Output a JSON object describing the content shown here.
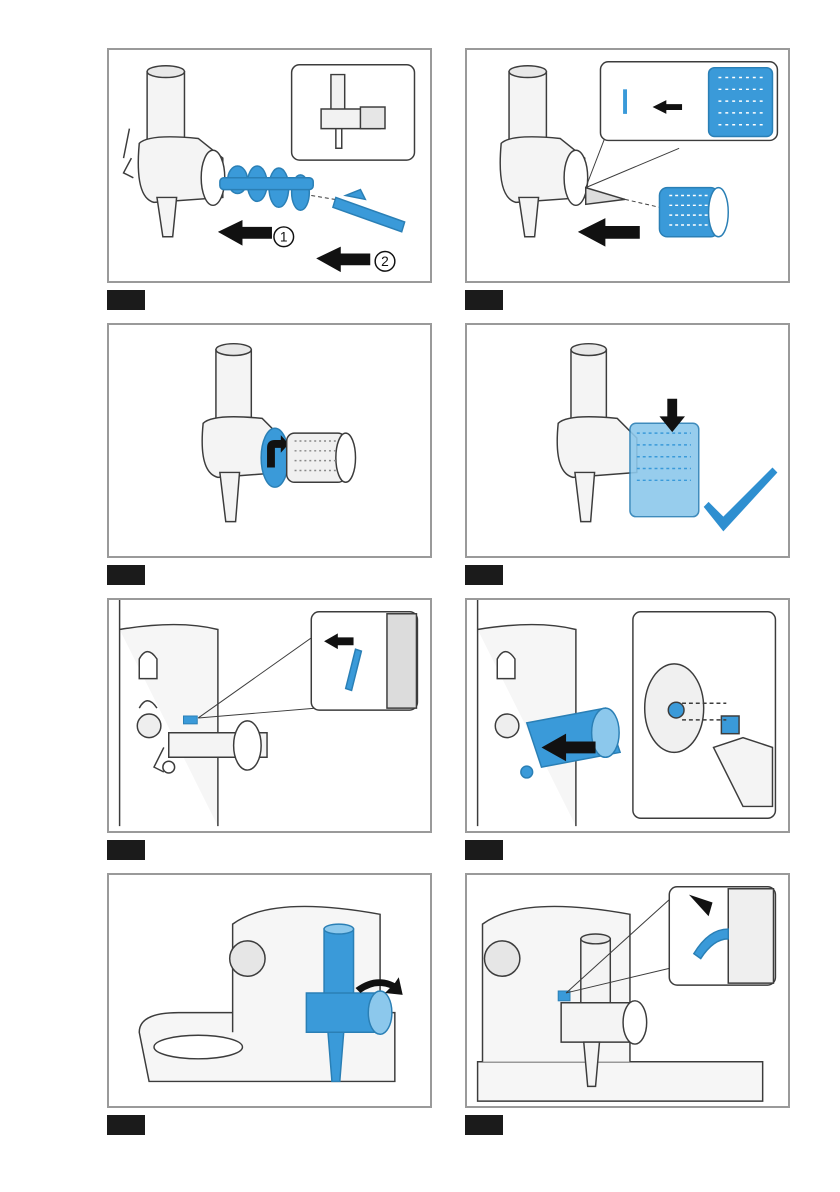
{
  "steps": [
    {
      "id": "step-1",
      "callouts": [
        "1",
        "2"
      ]
    },
    {
      "id": "step-2",
      "callouts": []
    },
    {
      "id": "step-3",
      "callouts": []
    },
    {
      "id": "step-4",
      "callouts": []
    },
    {
      "id": "step-5",
      "callouts": []
    },
    {
      "id": "step-6",
      "callouts": []
    },
    {
      "id": "step-7",
      "callouts": []
    },
    {
      "id": "step-8",
      "callouts": []
    }
  ],
  "colors": {
    "accent": "#3a9ad9",
    "accent_dark": "#2a7fb5",
    "accent_light": "#8cc8ec",
    "outline": "#3c3c3c",
    "frame": "#9a9a9a",
    "step_bar": "#1b1b1b",
    "check": "#2e8fd0"
  }
}
